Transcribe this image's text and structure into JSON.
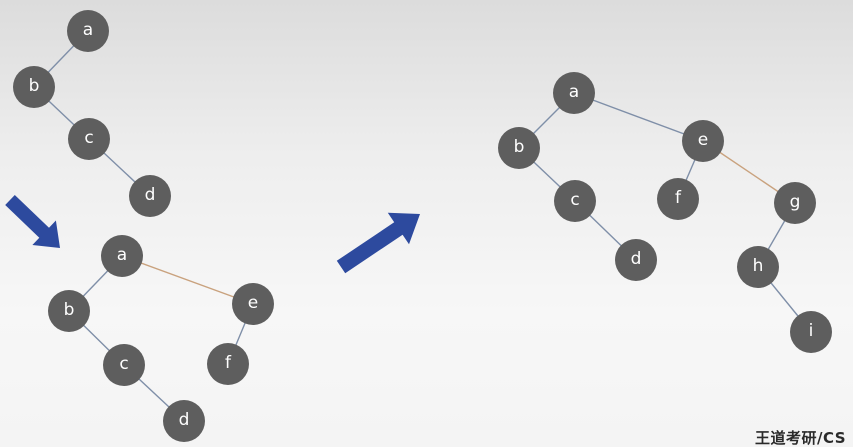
{
  "colors": {
    "node_fill": "#5e5e5e",
    "node_text": "#ffffff",
    "edge_default": "#7f8fa8",
    "edge_highlight": "#c9a27e",
    "arrow": "#2d4a9e"
  },
  "trees": [
    {
      "id": "tree-1",
      "nodes": [
        {
          "id": "a",
          "label": "a"
        },
        {
          "id": "b",
          "label": "b"
        },
        {
          "id": "c",
          "label": "c"
        },
        {
          "id": "d",
          "label": "d"
        }
      ],
      "edges": [
        {
          "from": "a",
          "to": "b",
          "highlight": false
        },
        {
          "from": "b",
          "to": "c",
          "highlight": false
        },
        {
          "from": "c",
          "to": "d",
          "highlight": false
        }
      ]
    },
    {
      "id": "tree-2",
      "nodes": [
        {
          "id": "a",
          "label": "a"
        },
        {
          "id": "b",
          "label": "b"
        },
        {
          "id": "c",
          "label": "c"
        },
        {
          "id": "d",
          "label": "d"
        },
        {
          "id": "e",
          "label": "e"
        },
        {
          "id": "f",
          "label": "f"
        }
      ],
      "edges": [
        {
          "from": "a",
          "to": "b",
          "highlight": false
        },
        {
          "from": "b",
          "to": "c",
          "highlight": false
        },
        {
          "from": "c",
          "to": "d",
          "highlight": false
        },
        {
          "from": "a",
          "to": "e",
          "highlight": true
        },
        {
          "from": "e",
          "to": "f",
          "highlight": false
        }
      ]
    },
    {
      "id": "tree-3",
      "nodes": [
        {
          "id": "a",
          "label": "a"
        },
        {
          "id": "b",
          "label": "b"
        },
        {
          "id": "c",
          "label": "c"
        },
        {
          "id": "d",
          "label": "d"
        },
        {
          "id": "e",
          "label": "e"
        },
        {
          "id": "f",
          "label": "f"
        },
        {
          "id": "g",
          "label": "g"
        },
        {
          "id": "h",
          "label": "h"
        },
        {
          "id": "i",
          "label": "i"
        }
      ],
      "edges": [
        {
          "from": "a",
          "to": "b",
          "highlight": false
        },
        {
          "from": "b",
          "to": "c",
          "highlight": false
        },
        {
          "from": "c",
          "to": "d",
          "highlight": false
        },
        {
          "from": "a",
          "to": "e",
          "highlight": false
        },
        {
          "from": "e",
          "to": "f",
          "highlight": false
        },
        {
          "from": "e",
          "to": "g",
          "highlight": true
        },
        {
          "from": "g",
          "to": "h",
          "highlight": false
        },
        {
          "from": "h",
          "to": "i",
          "highlight": false
        }
      ]
    }
  ],
  "arrows": [
    {
      "id": "arrow-down-right",
      "icon": "arrow-down-right-icon"
    },
    {
      "id": "arrow-up-right",
      "icon": "arrow-up-right-icon"
    }
  ],
  "watermark": "王道考研/CS"
}
